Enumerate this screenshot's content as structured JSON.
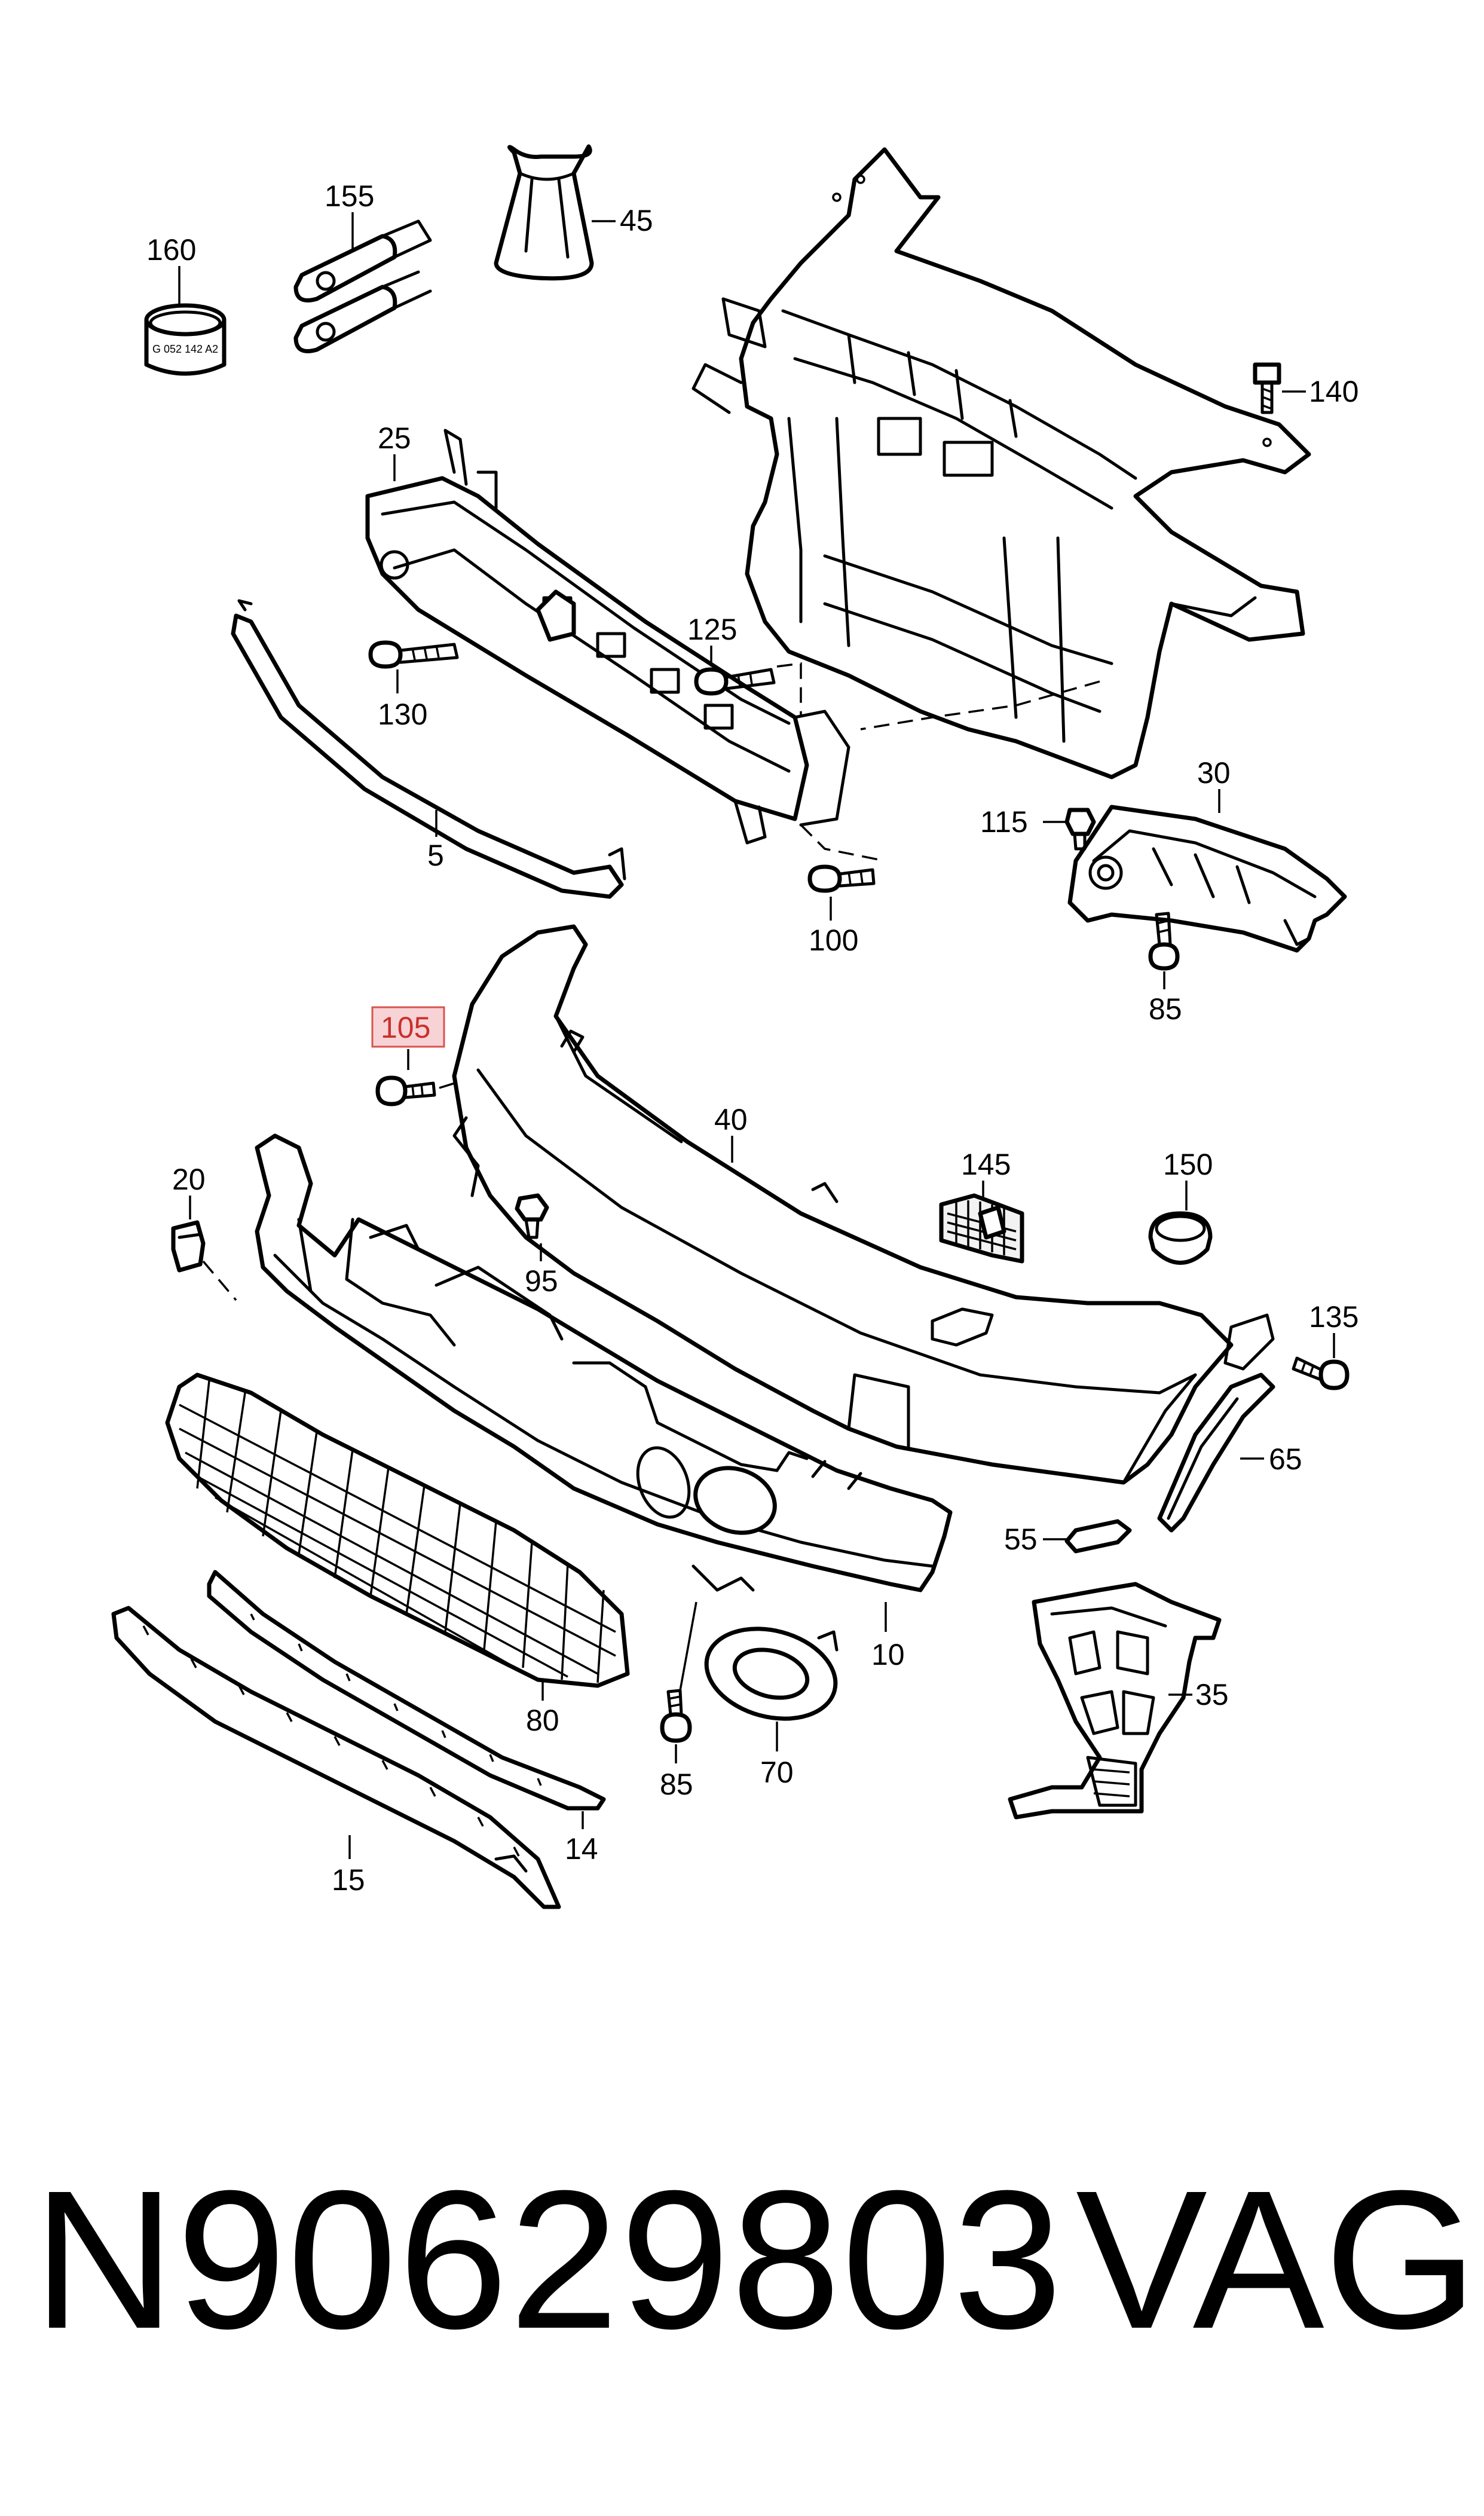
{
  "callouts": {
    "c160": "160",
    "c155": "155",
    "c45": "45",
    "c140": "140",
    "c25": "25",
    "c125": "125",
    "c130": "130",
    "c5": "5",
    "c100": "100",
    "c30": "30",
    "c115": "115",
    "c85a": "85",
    "c105": "105",
    "c40": "40",
    "c20": "20",
    "c95": "95",
    "c145": "145",
    "c150": "150",
    "c135": "135",
    "c65": "65",
    "c55": "55",
    "c35": "35",
    "c10": "10",
    "c80": "80",
    "c85b": "85",
    "c70": "70",
    "c14": "14",
    "c15": "15"
  },
  "part_160_marking": "G 052 142 A2",
  "highlighted_callout": "105",
  "highlight_color": "#f7d3d6",
  "footer": {
    "part_number": "N90629803",
    "brand": "VAG"
  }
}
